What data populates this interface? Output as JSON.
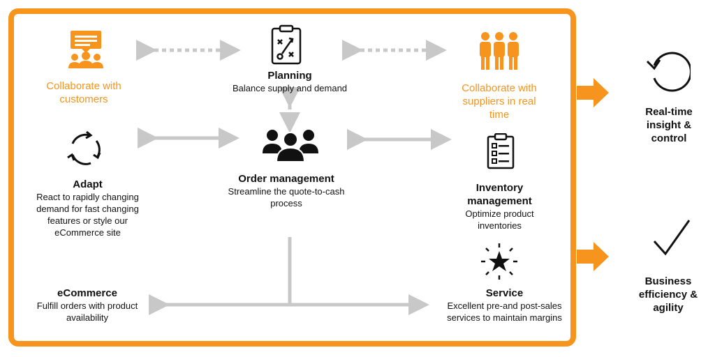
{
  "nodes": {
    "collab_customers": {
      "label": "Collaborate with customers"
    },
    "planning": {
      "title": "Planning",
      "desc": "Balance supply and demand"
    },
    "collab_suppliers": {
      "label": "Collaborate with suppliers in real time"
    },
    "adapt": {
      "title": "Adapt",
      "desc": "React to rapidly changing demand for fast changing features or style our eCommerce site"
    },
    "order_mgmt": {
      "title": "Order management",
      "desc": "Streamline the quote-to-cash process"
    },
    "inventory": {
      "title": "Inventory management",
      "desc": "Optimize product inventories"
    },
    "ecommerce": {
      "title": "eCommerce",
      "desc": "Fulfill orders with product availability"
    },
    "service": {
      "title": "Service",
      "desc": "Excellent pre-and post-sales services to maintain margins"
    }
  },
  "outcomes": {
    "realtime": "Real-time insight & control",
    "business": "Business efficiency & agility"
  },
  "colors": {
    "accent": "#f7941d",
    "arrow_gray": "#c8c8c8",
    "text": "#111111"
  },
  "icons": {
    "collab_customers": "chat-group-icon",
    "planning": "clipboard-strategy-icon",
    "collab_suppliers": "team-icon",
    "adapt": "cycle-arrows-icon",
    "order_mgmt": "people-group-icon",
    "inventory": "checklist-clipboard-icon",
    "service": "star-burst-icon",
    "realtime": "refresh-icon",
    "business": "checkmark-icon"
  }
}
